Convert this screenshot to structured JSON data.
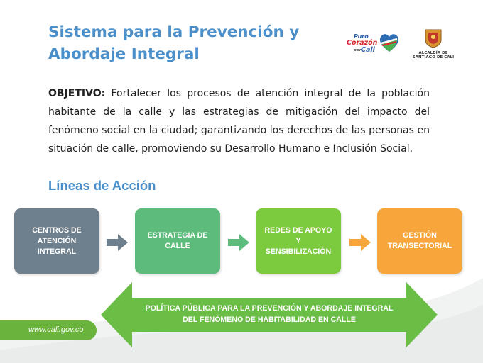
{
  "slide": {
    "title_line1": "Sistema para la Prevención y",
    "title_line2": "Abordaje Integral",
    "objective_label": "OBJETIVO:",
    "objective_text": " Fortalecer los procesos de atención integral de la población habitante de la calle y las estrategias de mitigación del impacto del fenómeno social en la ciudad; garantizando los derechos de las personas en situación de calle, promoviendo su Desarrollo Humano e Inclusión Social.",
    "subtitle": "Líneas de Acción",
    "url": "www.cali.gov.co"
  },
  "logos": {
    "corazon": {
      "line1": "Puro",
      "line2": "Corazón",
      "line3": "por",
      "line4": "Cali",
      "icon": "heart-icon"
    },
    "alcaldia": {
      "line1": "ALCALDÍA DE",
      "line2": "SANTIAGO DE CALI",
      "icon": "coat-of-arms-icon"
    }
  },
  "boxes": [
    {
      "lines": [
        "CENTROS DE",
        "ATENCIÓN",
        "INTEGRAL"
      ],
      "color": "#6e7f8d"
    },
    {
      "lines": [
        "ESTRATEGIA DE",
        "CALLE"
      ],
      "color": "#5dbb7b"
    },
    {
      "lines": [
        "REDES DE APOYO",
        "Y",
        "SENSIBILIZACIÓN"
      ],
      "color": "#7ccb3f"
    },
    {
      "lines": [
        "GESTIÓN",
        "TRANSECTORIAL"
      ],
      "color": "#f7a63c"
    }
  ],
  "arrows": [
    {
      "color": "#6e7f8d",
      "icon": "arrow-right-icon"
    },
    {
      "color": "#5dbb7b",
      "icon": "arrow-right-icon"
    },
    {
      "color": "#f7a63c",
      "icon": "arrow-right-icon"
    }
  ],
  "banner": {
    "line1": "POLÍTICA PÚBLICA PARA LA PREVENCIÓN Y ABORDAJE INTEGRAL",
    "line2": "DEL FENÓMENO DE HABITABILIDAD EN CALLE",
    "color": "#6abd45",
    "icon": "double-arrow-icon"
  },
  "colors": {
    "title": "#4a8fc9",
    "url_pill": "#6ab43e"
  }
}
